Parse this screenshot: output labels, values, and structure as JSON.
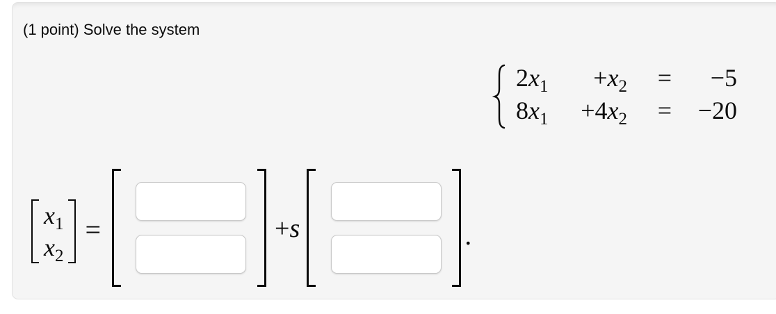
{
  "problem": {
    "header": "(1 point) Solve the system"
  },
  "system": {
    "brace_glyph": "{",
    "rows": [
      {
        "term1_coef": "2",
        "term1_var": "x",
        "term1_sub": "1",
        "term2_coef": "+",
        "term2_var": "x",
        "term2_sub": "2",
        "relation": "=",
        "rhs": "−5"
      },
      {
        "term1_coef": "8",
        "term1_var": "x",
        "term1_sub": "1",
        "term2_coef": "+4",
        "term2_var": "x",
        "term2_sub": "2",
        "relation": "=",
        "rhs": "−20"
      }
    ]
  },
  "answer": {
    "lhs_vector": [
      {
        "var": "x",
        "sub": "1"
      },
      {
        "var": "x",
        "sub": "2"
      }
    ],
    "equals": "=",
    "vector1_inputs": [
      {
        "value": ""
      },
      {
        "value": ""
      }
    ],
    "operator_plus": "+",
    "parameter": "s",
    "vector2_inputs": [
      {
        "value": ""
      },
      {
        "value": ""
      }
    ],
    "period": "."
  }
}
